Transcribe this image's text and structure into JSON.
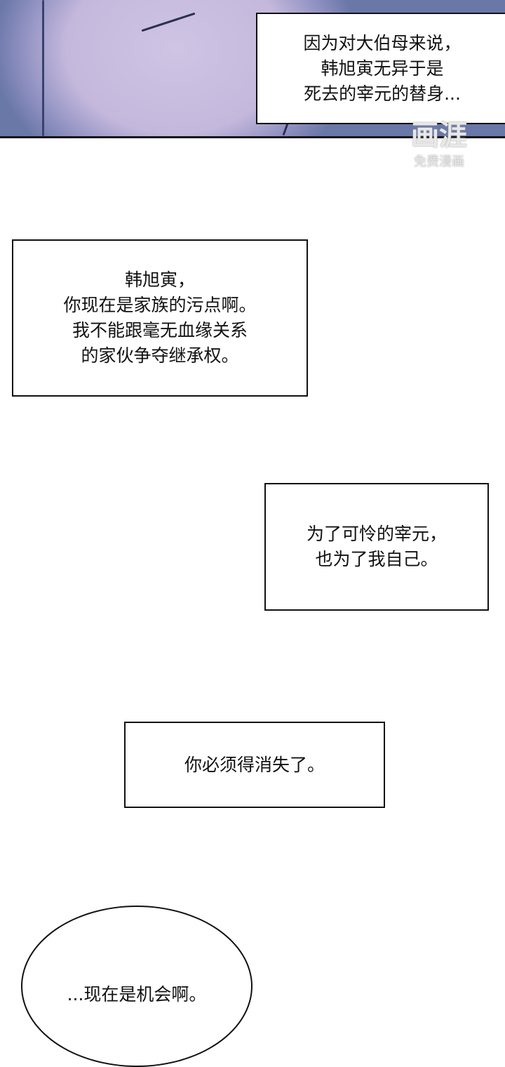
{
  "captions": [
    {
      "lines": [
        "因为对大伯母来说，",
        "韩旭寅无异于是",
        "死去的宰元的替身..."
      ]
    },
    {
      "lines": [
        "韩旭寅，",
        "你现在是家族的污点啊。",
        "我不能跟毫无血缘关系",
        "的家伙争夺继承权。"
      ]
    },
    {
      "lines": [
        "为了可怜的宰元，",
        "也为了我自己。"
      ]
    },
    {
      "lines": [
        "你必须得消失了。"
      ]
    }
  ],
  "bubble": {
    "text": "...现在是机会啊。"
  },
  "watermark": {
    "logo": "画涯",
    "sub": "免费漫画"
  }
}
